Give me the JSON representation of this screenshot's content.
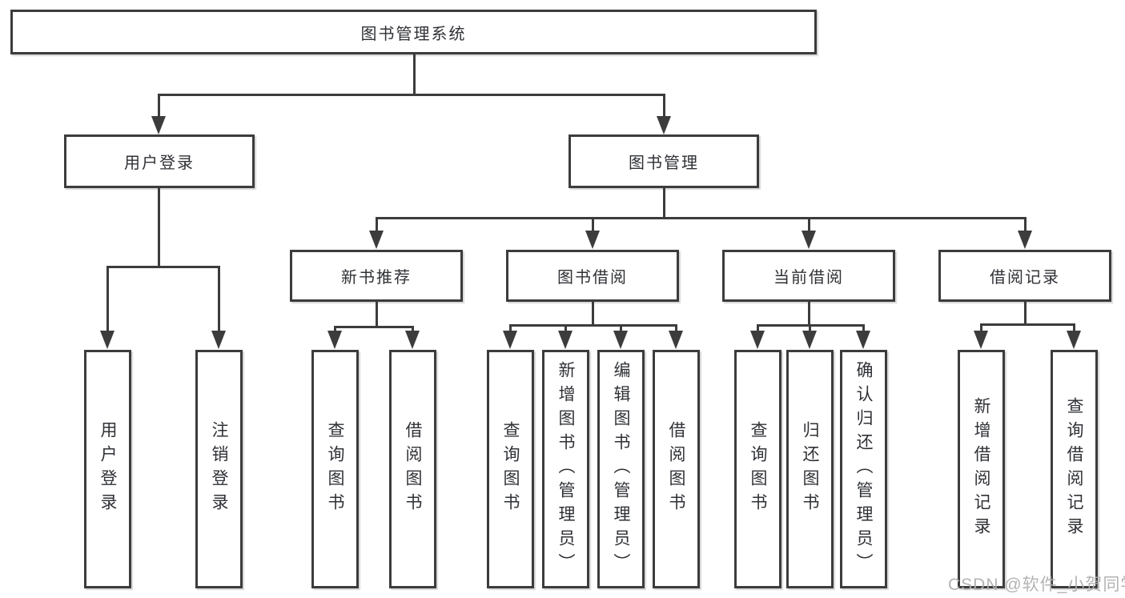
{
  "tree": {
    "label": "图书管理系统",
    "children": [
      {
        "label": "用户登录",
        "children": [
          {
            "label": "用户登录"
          },
          {
            "label": "注销登录"
          }
        ]
      },
      {
        "label": "图书管理",
        "children": [
          {
            "label": "新书推荐",
            "children": [
              {
                "label": "查询图书"
              },
              {
                "label": "借阅图书"
              }
            ]
          },
          {
            "label": "图书借阅",
            "children": [
              {
                "label": "查询图书"
              },
              {
                "label": "新增图书（管理员）"
              },
              {
                "label": "编辑图书（管理员）"
              },
              {
                "label": "借阅图书"
              }
            ]
          },
          {
            "label": "当前借阅",
            "children": [
              {
                "label": "查询图书"
              },
              {
                "label": "归还图书"
              },
              {
                "label": "确认归还（管理员）"
              }
            ]
          },
          {
            "label": "借阅记录",
            "children": [
              {
                "label": "新增借阅记录"
              },
              {
                "label": "查询借阅记录"
              }
            ]
          }
        ]
      }
    ]
  },
  "watermark": {
    "text": "CSDN @软件_小贺同学"
  },
  "colors": {
    "line": "#3c3c3c",
    "text": "#2f3136",
    "box_background": "#ffffff",
    "page_background": "#ffffff",
    "watermark": "#afafaf"
  }
}
